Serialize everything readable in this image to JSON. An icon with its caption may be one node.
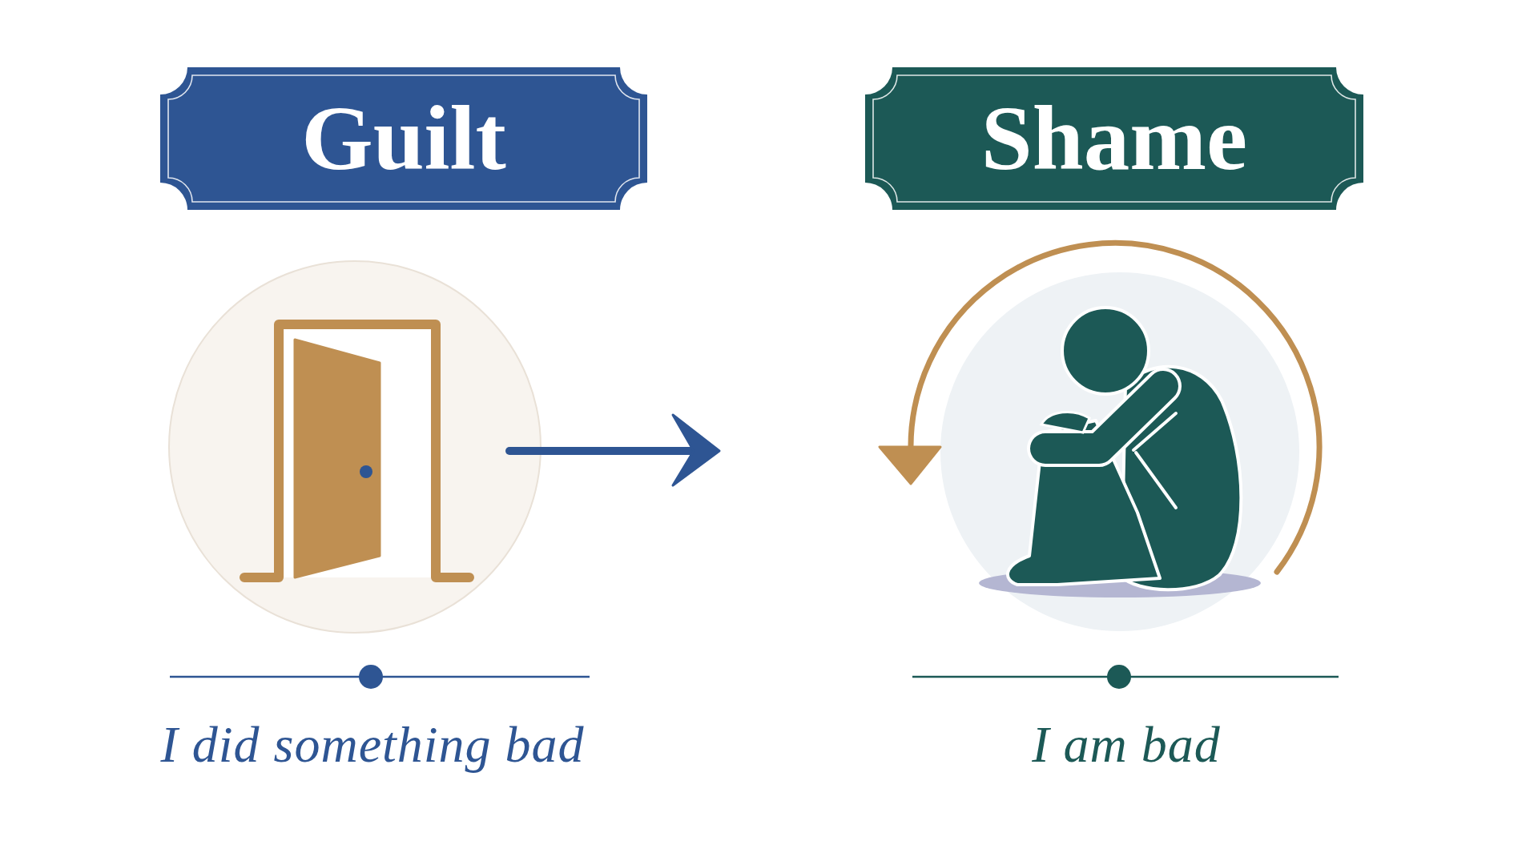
{
  "diagram": {
    "nodes": [
      {
        "text": [
          "Guilt"
        ]
      },
      {
        "text": [
          "Shame"
        ]
      }
    ],
    "labels": [
      "I did something bad",
      "I am bad"
    ]
  }
}
